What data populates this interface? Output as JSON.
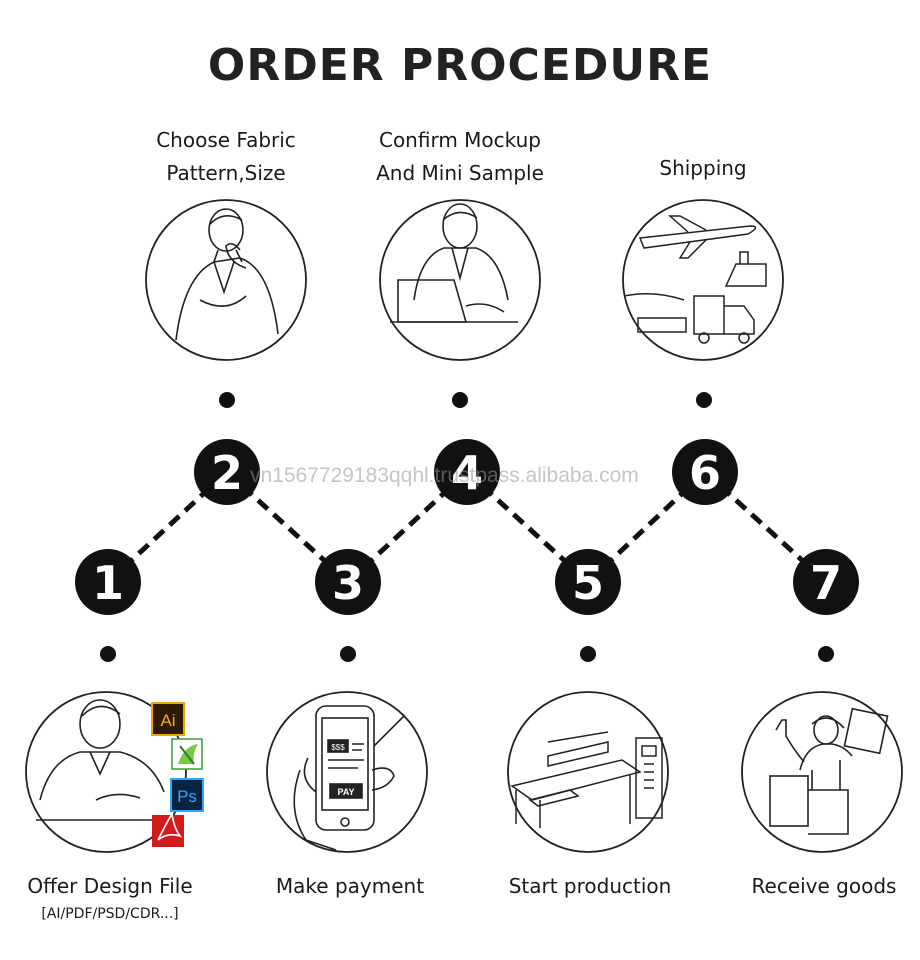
{
  "title": "ORDER PROCEDURE",
  "watermark": "vn1567729183qqhl.trustpass.alibaba.com",
  "steps": [
    {
      "number": "1",
      "label_line1": "Offer Design File",
      "label_line2": "",
      "sublabel": "[AI/PDF/PSD/CDR...]",
      "illustration": "designer-with-file-icons"
    },
    {
      "number": "2",
      "label_line1": "Choose Fabric",
      "label_line2": "Pattern,Size",
      "sublabel": "",
      "illustration": "thinking-man"
    },
    {
      "number": "3",
      "label_line1": "Make payment",
      "label_line2": "",
      "sublabel": "",
      "illustration": "phone-payment"
    },
    {
      "number": "4",
      "label_line1": "Confirm Mockup",
      "label_line2": "And Mini Sample",
      "sublabel": "",
      "illustration": "man-at-laptop"
    },
    {
      "number": "5",
      "label_line1": "Start production",
      "label_line2": "",
      "sublabel": "",
      "illustration": "printing-machine"
    },
    {
      "number": "6",
      "label_line1": "Shipping",
      "label_line2": "",
      "sublabel": "",
      "illustration": "plane-ship-truck"
    },
    {
      "number": "7",
      "label_line1": "Receive goods",
      "label_line2": "",
      "sublabel": "",
      "illustration": "delivery-man-with-boxes"
    }
  ],
  "file_icons": [
    "Ai",
    "",
    "Ps",
    ""
  ],
  "payment_screen": {
    "amount": "$$$",
    "button": "PAY"
  }
}
